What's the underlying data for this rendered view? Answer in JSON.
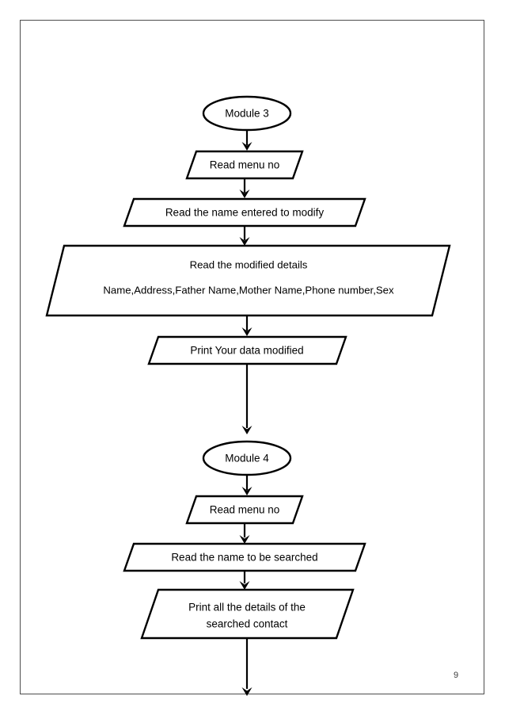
{
  "document": {
    "page_number": "9",
    "background_color": "#ffffff",
    "border_color": "#4d4d4d",
    "stroke_color": "#000000"
  },
  "chart_data": {
    "type": "diagram",
    "diagram_type": "flowchart",
    "title": "Module 3 and Module 4 flowchart",
    "nodes": [
      {
        "id": "n1",
        "shape": "ellipse",
        "label": "Module 3"
      },
      {
        "id": "n2",
        "shape": "parallelogram",
        "label": "Read menu no"
      },
      {
        "id": "n3",
        "shape": "parallelogram",
        "label": "Read the name entered to modify"
      },
      {
        "id": "n4",
        "shape": "parallelogram",
        "label_line1": "Read the modified details",
        "label_line2": "Name,Address,Father Name,Mother Name,Phone number,Sex"
      },
      {
        "id": "n5",
        "shape": "parallelogram",
        "label": "Print Your data modified"
      },
      {
        "id": "n6",
        "shape": "ellipse",
        "label": "Module 4"
      },
      {
        "id": "n7",
        "shape": "parallelogram",
        "label": "Read menu no"
      },
      {
        "id": "n8",
        "shape": "parallelogram",
        "label": "Read the name to be searched"
      },
      {
        "id": "n9",
        "shape": "parallelogram",
        "label_line1": "Print all the details of the",
        "label_line2": "searched contact"
      }
    ],
    "edges": [
      {
        "from": "n1",
        "to": "n2",
        "arrow": true
      },
      {
        "from": "n2",
        "to": "n3",
        "arrow": true
      },
      {
        "from": "n3",
        "to": "n4",
        "arrow": true
      },
      {
        "from": "n4",
        "to": "n5",
        "arrow": true
      },
      {
        "from": "n5",
        "to": "n6",
        "arrow": true
      },
      {
        "from": "n6",
        "to": "n7",
        "arrow": true
      },
      {
        "from": "n7",
        "to": "n8",
        "arrow": true
      },
      {
        "from": "n8",
        "to": "n9",
        "arrow": true
      },
      {
        "from": "n9",
        "to": "page-bottom",
        "arrow": true
      }
    ]
  }
}
